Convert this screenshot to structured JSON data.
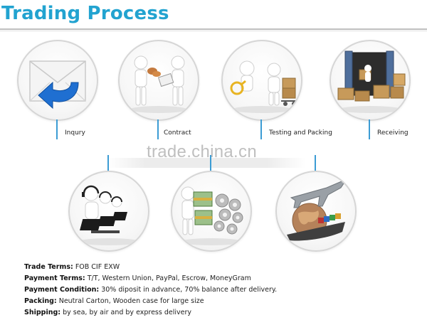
{
  "header": {
    "title": "Trading Process"
  },
  "steps": [
    {
      "label": "Inqury",
      "icon": "envelope-reply-icon"
    },
    {
      "label": "Contract",
      "icon": "contract-handshake-icon"
    },
    {
      "label": "Testing and Packing",
      "icon": "magnifier-packing-icon"
    },
    {
      "label": "Receiving",
      "icon": "container-boxes-icon"
    },
    {
      "label": "",
      "icon": "customer-service-headset-icon"
    },
    {
      "label": "",
      "icon": "money-gears-icon"
    },
    {
      "label": "",
      "icon": "plane-ship-globe-icon"
    }
  ],
  "watermark": {
    "text": "trade.china.cn"
  },
  "terms": [
    {
      "key": "Trade Terms:",
      "value": " FOB CIF EXW"
    },
    {
      "key": "Payment Terms:",
      "value": " T/T, Western Union, PayPal, Escrow, MoneyGram"
    },
    {
      "key": "Payment Condition:",
      "value": " 30% diposit in advance, 70% balance after delivery."
    },
    {
      "key": "Packing:",
      "value": " Neutral Carton, Wooden case for large size"
    },
    {
      "key": "Shipping:",
      "value": " by sea, by air and by express delivery"
    }
  ],
  "colors": {
    "title": "#22a3d0",
    "connector": "#3c9cd4",
    "envelope_arrow": "#1f6fd1"
  }
}
